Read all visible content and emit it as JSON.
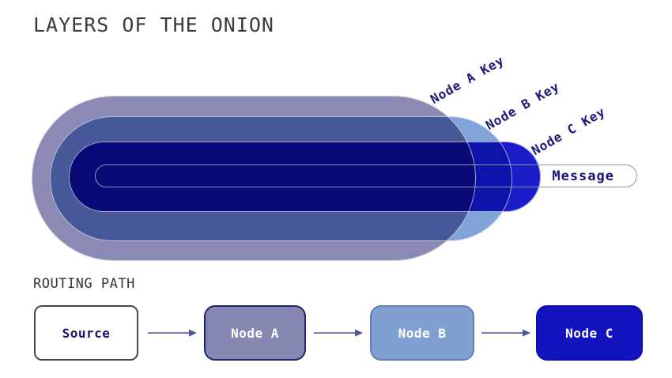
{
  "title": "LAYERS OF THE ONION",
  "onion": {
    "key_labels": [
      {
        "label": "Node A Key"
      },
      {
        "label": "Node B Key"
      },
      {
        "label": "Node C Key"
      }
    ],
    "message_label": "Message",
    "layers": [
      {
        "name": "node-a-layer",
        "color": "#8A8AB4"
      },
      {
        "name": "node-b-layer",
        "color": "#82A3D8"
      },
      {
        "name": "node-c-layer",
        "color": "#1A1DC8"
      }
    ]
  },
  "routing": {
    "section_label": "ROUTING PATH",
    "nodes": [
      {
        "label": "Source",
        "fill": "#FFFFFF",
        "border": "#4A4A4A",
        "text_color": "#15156E"
      },
      {
        "label": "Node A",
        "fill": "#8687B2",
        "border": "#23236B",
        "text_color": "#FFFFFF"
      },
      {
        "label": "Node B",
        "fill": "#7FA0D0",
        "border": "#5E80B6",
        "text_color": "#FFFFFF"
      },
      {
        "label": "Node C",
        "fill": "#1313C0",
        "border": "#0E0EA6",
        "text_color": "#FFFFFF"
      }
    ]
  },
  "colors": {
    "title_text": "#3B3B3B",
    "dark_navy_text": "#15157A",
    "arrow": "#4F5790",
    "pill_border": "#8F94B6"
  }
}
